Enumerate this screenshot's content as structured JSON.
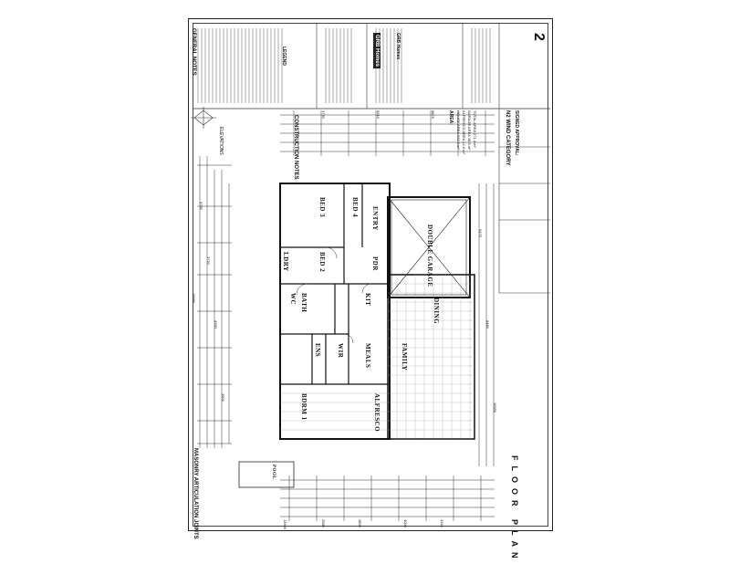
{
  "sheet": {
    "title": "FLOOR PLAN",
    "sheet_number": "2",
    "wind_category": "N2 WIND CATEGORY",
    "signed_approval": "SIGNED APPROVAL:"
  },
  "notes": {
    "general_title": "GENERAL NOTES",
    "construction_title": "CONSTRUCTION NOTES",
    "masonry_title": "MASONRY ARTICULATION JOINTS",
    "legend_title": "LEGEND",
    "elevations": "ELEVATIONS"
  },
  "builder": {
    "name": "GRB Homes",
    "logo": "GRB Homes"
  },
  "rooms": {
    "bed3": "BED 3",
    "bed4": "BED 4",
    "bed2": "BED 2",
    "bed1": "BDRM 1",
    "wir": "WIR",
    "ens": "ENS",
    "bath": "BATH",
    "wc": "WC",
    "ldry": "LDRY",
    "family": "FAMILY",
    "dining": "DINING",
    "alfresco": "ALFRESCO",
    "meals": "MEALS",
    "kitchen": "KIT",
    "garage": "DOUBLE GARAGE",
    "entry": "ENTRY",
    "pdr": "PDR",
    "pool": "POOL"
  },
  "dimensions": {
    "overall_length": "16950",
    "overall_width": "19990",
    "garage_depth": "6875",
    "total_left": "14660",
    "dim_a": "5790",
    "dim_b": "3720",
    "dim_c": "4350",
    "dim_d": "3500",
    "dim_e": "2980",
    "dim_f": "5475",
    "dim_g": "1800",
    "dim_h": "4000",
    "dim_i": "3118",
    "dim_j": "6480",
    "dim_k": "3730",
    "dim_l": "6210"
  },
  "area": {
    "label": "AREA:",
    "house": "HOUSE AREA 222.3 m²",
    "alfresco": "ALFRESCO AREA 12.6 m²",
    "garage": "GARAGE AREA 36.5 m²",
    "total": "TOTAL AREA 271.4 m²"
  }
}
